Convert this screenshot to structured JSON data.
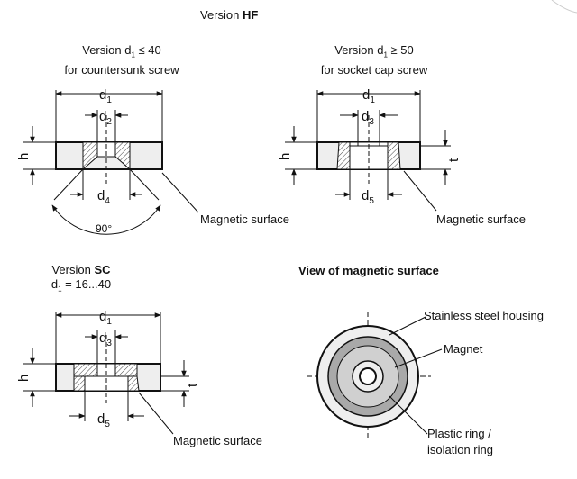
{
  "header": {
    "prefix": "Version ",
    "strong": "HF"
  },
  "hf_left": {
    "title_pre": "Version d",
    "title_sub": "1",
    "title_post": " ≤ 40",
    "subtitle": "for countersunk screw",
    "dims": {
      "d1": "d",
      "d1s": "1",
      "d2": "d",
      "d2s": "2",
      "d4": "d",
      "d4s": "4",
      "h": "h",
      "angle": "90°"
    },
    "callout": "Magnetic surface"
  },
  "hf_right": {
    "title_pre": "Version d",
    "title_sub": "1",
    "title_post": " ≥ 50",
    "subtitle": "for socket cap screw",
    "dims": {
      "d1": "d",
      "d1s": "1",
      "d3": "d",
      "d3s": "3",
      "d5": "d",
      "d5s": "5",
      "h": "h",
      "t": "t"
    },
    "callout": "Magnetic surface"
  },
  "sc": {
    "title_prefix": "Version ",
    "title_strong": "SC",
    "range_pre": "d",
    "range_sub": "1",
    "range_post": " = 16...40",
    "dims": {
      "d1": "d",
      "d1s": "1",
      "d3": "d",
      "d3s": "3",
      "d5": "d",
      "d5s": "5",
      "h": "h",
      "t": "t"
    },
    "callout": "Magnetic surface"
  },
  "view": {
    "title": "View of magnetic surface",
    "labels": {
      "housing": "Stainless steel housing",
      "magnet": "Magnet",
      "ring_1": "Plastic ring /",
      "ring_2": "isolation ring"
    },
    "colors": {
      "magnet": "#a9a9a9",
      "housing": "#eeeeee",
      "ring": "#d0d0d0"
    }
  }
}
